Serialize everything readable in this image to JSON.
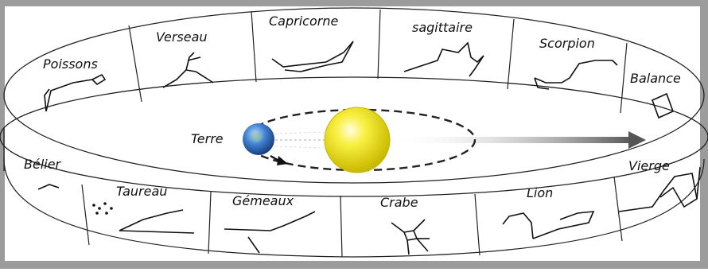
{
  "zodiac": {
    "upper": [
      {
        "key": "poissons",
        "label": "Poissons"
      },
      {
        "key": "verseau",
        "label": "Verseau"
      },
      {
        "key": "capricorne",
        "label": "Capricorne"
      },
      {
        "key": "sagittaire",
        "label": "sagittaire"
      },
      {
        "key": "scorpion",
        "label": "Scorpion"
      },
      {
        "key": "balance",
        "label": "Balance"
      }
    ],
    "lower": [
      {
        "key": "belier",
        "label": "Bélier"
      },
      {
        "key": "taureau",
        "label": "Taureau"
      },
      {
        "key": "gemeaux",
        "label": "Gémeaux"
      },
      {
        "key": "crabe",
        "label": "Crabe"
      },
      {
        "key": "lion",
        "label": "Lion"
      },
      {
        "key": "vierge",
        "label": "Vierge"
      }
    ]
  },
  "earth": {
    "label": "Terre"
  },
  "colors": {
    "frame": "#999999",
    "ring_stroke": "#222222",
    "sun": "#f2e600",
    "earth": "#3f7fd0",
    "arrow": "#666666"
  }
}
